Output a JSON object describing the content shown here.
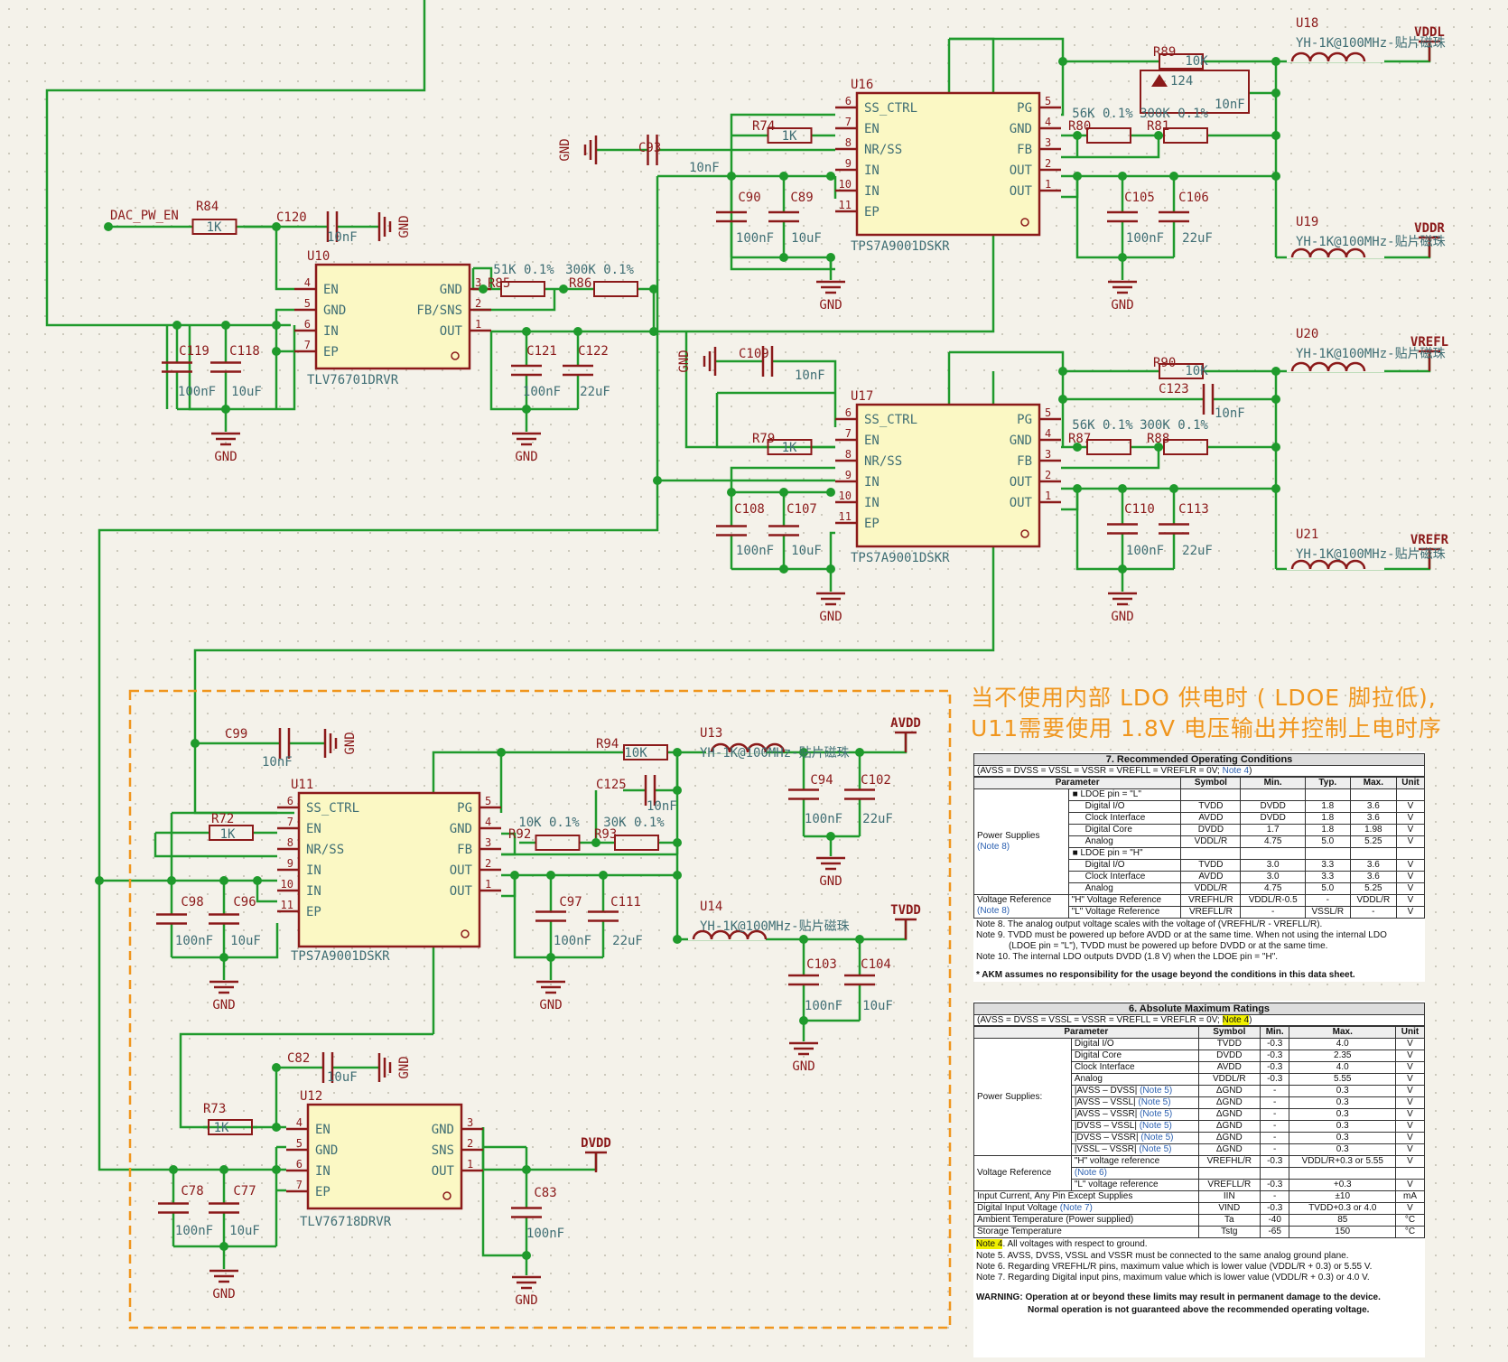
{
  "schematic": {
    "dac_net": "DAC_PW_EN",
    "gnd": "GND",
    "parts": {
      "u10": {
        "ref": "U10",
        "part": "TLV76701DRVR",
        "left_pins": [
          [
            "4",
            "EN"
          ],
          [
            "5",
            "GND"
          ],
          [
            "6",
            "IN"
          ],
          [
            "7",
            "EP"
          ]
        ],
        "right_pins": [
          [
            "3",
            "GND"
          ],
          [
            "2",
            "FB/SNS"
          ],
          [
            "1",
            "OUT"
          ]
        ]
      },
      "u16": {
        "ref": "U16",
        "part": "TPS7A9001DSKR",
        "left_pins": [
          [
            "6",
            "SS_CTRL"
          ],
          [
            "7",
            "EN"
          ],
          [
            "8",
            "NR/SS"
          ],
          [
            "9",
            "IN"
          ],
          [
            "10",
            "IN"
          ],
          [
            "11",
            "EP"
          ]
        ],
        "right_pins": [
          [
            "5",
            "PG"
          ],
          [
            "4",
            "GND"
          ],
          [
            "3",
            "FB"
          ],
          [
            "2",
            "OUT"
          ],
          [
            "1",
            "OUT"
          ]
        ]
      },
      "u17": {
        "ref": "U17",
        "part": "TPS7A9001DSKR",
        "left_pins": [
          [
            "6",
            "SS_CTRL"
          ],
          [
            "7",
            "EN"
          ],
          [
            "8",
            "NR/SS"
          ],
          [
            "9",
            "IN"
          ],
          [
            "10",
            "IN"
          ],
          [
            "11",
            "EP"
          ]
        ],
        "right_pins": [
          [
            "5",
            "PG"
          ],
          [
            "4",
            "GND"
          ],
          [
            "3",
            "FB"
          ],
          [
            "2",
            "OUT"
          ],
          [
            "1",
            "OUT"
          ]
        ]
      },
      "u11": {
        "ref": "U11",
        "part": "TPS7A9001DSKR",
        "left_pins": [
          [
            "6",
            "SS_CTRL"
          ],
          [
            "7",
            "EN"
          ],
          [
            "8",
            "NR/SS"
          ],
          [
            "9",
            "IN"
          ],
          [
            "10",
            "IN"
          ],
          [
            "11",
            "EP"
          ]
        ],
        "right_pins": [
          [
            "5",
            "PG"
          ],
          [
            "4",
            "GND"
          ],
          [
            "3",
            "FB"
          ],
          [
            "2",
            "OUT"
          ],
          [
            "1",
            "OUT"
          ]
        ]
      },
      "u12": {
        "ref": "U12",
        "part": "TLV76718DRVR",
        "left_pins": [
          [
            "4",
            "EN"
          ],
          [
            "5",
            "GND"
          ],
          [
            "6",
            "IN"
          ],
          [
            "7",
            "EP"
          ]
        ],
        "right_pins": [
          [
            "3",
            "GND"
          ],
          [
            "2",
            "SNS"
          ],
          [
            "1",
            "OUT"
          ]
        ]
      }
    },
    "resistors": [
      {
        "ref": "R84",
        "val": "1K"
      },
      {
        "ref": "R85",
        "val": "51K 0.1%"
      },
      {
        "ref": "R86",
        "val": "300K 0.1%"
      },
      {
        "ref": "R74",
        "val": "1K"
      },
      {
        "ref": "R89",
        "val": "10K"
      },
      {
        "ref": "R80",
        "val": "56K 0.1%"
      },
      {
        "ref": "R81",
        "val": "300K 0.1%"
      },
      {
        "ref": "R79",
        "val": "1K"
      },
      {
        "ref": "R90",
        "val": "10K"
      },
      {
        "ref": "R87",
        "val": "56K 0.1%"
      },
      {
        "ref": "R88",
        "val": "300K 0.1%"
      },
      {
        "ref": "R72",
        "val": "1K"
      },
      {
        "ref": "R94",
        "val": "10K"
      },
      {
        "ref": "R92",
        "val": "10K 0.1%"
      },
      {
        "ref": "R93",
        "val": "30K 0.1%"
      },
      {
        "ref": "R73",
        "val": "1K"
      }
    ],
    "capacitors": [
      {
        "ref": "C120",
        "val": "10nF"
      },
      {
        "ref": "C119",
        "val": "100nF"
      },
      {
        "ref": "C118",
        "val": "10uF"
      },
      {
        "ref": "C121",
        "val": "100nF"
      },
      {
        "ref": "C122",
        "val": "22uF"
      },
      {
        "ref": "C93",
        "val": "10nF"
      },
      {
        "ref": "C90",
        "val": "100nF"
      },
      {
        "ref": "C89",
        "val": "10uF"
      },
      {
        "ref": "C105",
        "val": "100nF"
      },
      {
        "ref": "C106",
        "val": "22uF"
      },
      {
        "ref": "C124",
        "val": "10nF"
      },
      {
        "ref": "C109",
        "val": "10nF"
      },
      {
        "ref": "C123",
        "val": "10nF"
      },
      {
        "ref": "C108",
        "val": "100nF"
      },
      {
        "ref": "C107",
        "val": "10uF"
      },
      {
        "ref": "C110",
        "val": "100nF"
      },
      {
        "ref": "C113",
        "val": "22uF"
      },
      {
        "ref": "C99",
        "val": "10nF"
      },
      {
        "ref": "C125",
        "val": "10nF"
      },
      {
        "ref": "C94",
        "val": "100nF"
      },
      {
        "ref": "C102",
        "val": "22uF"
      },
      {
        "ref": "C98",
        "val": "100nF"
      },
      {
        "ref": "C96",
        "val": "10uF"
      },
      {
        "ref": "C97",
        "val": "100nF"
      },
      {
        "ref": "C111",
        "val": "22uF"
      },
      {
        "ref": "C103",
        "val": "100nF"
      },
      {
        "ref": "C104",
        "val": "10uF"
      },
      {
        "ref": "C82",
        "val": "10uF"
      },
      {
        "ref": "C78",
        "val": "100nF"
      },
      {
        "ref": "C77",
        "val": "10uF"
      },
      {
        "ref": "C83",
        "val": "100nF"
      }
    ],
    "beads": [
      {
        "ref": "U18",
        "val": "YH-1K@100MHz-贴片磁珠",
        "net": "VDDL"
      },
      {
        "ref": "U19",
        "val": "YH-1K@100MHz-贴片磁珠",
        "net": "VDDR"
      },
      {
        "ref": "U20",
        "val": "YH-1K@100MHz-贴片磁珠",
        "net": "VREFL"
      },
      {
        "ref": "U21",
        "val": "YH-1K@100MHz-贴片磁珠",
        "net": "VREFR"
      },
      {
        "ref": "U13",
        "val": "YH-1K@100MHz-贴片磁珠",
        "net": "AVDD"
      },
      {
        "ref": "U14",
        "val": "YH-1K@100MHz-贴片磁珠",
        "net": "TVDD"
      }
    ],
    "dvdd_net": "DVDD"
  },
  "annotation": {
    "line1": "当不使用内部 LDO 供电时 ( LDOE 脚拉低),",
    "line2": "U11需要使用 1.8V 电压输出并控制上电时序"
  },
  "datasheet": {
    "recommended": {
      "title": "7. Recommended Operating Conditions",
      "condition": "(AVSS = DVSS = VSSL = VSSR = VREFLL = VREFLR = 0V; ",
      "condition_note": "Note 4",
      "condition_end": ")",
      "headers": [
        "Parameter",
        "Symbol",
        "Min.",
        "Typ.",
        "Max.",
        "Unit"
      ],
      "group1": "Power Supplies",
      "group1_note": "(Note 8)",
      "group2": "Voltage Reference",
      "group2_note": "(Note 8)",
      "rows": [
        [
          "■ LDOE pin = \"L\"",
          "",
          "",
          "",
          "",
          ""
        ],
        [
          "Digital I/O",
          "TVDD",
          "DVDD",
          "1.8",
          "3.6",
          "V"
        ],
        [
          "Clock Interface",
          "AVDD",
          "DVDD",
          "1.8",
          "3.6",
          "V"
        ],
        [
          "Digital Core",
          "DVDD",
          "1.7",
          "1.8",
          "1.98",
          "V"
        ],
        [
          "Analog",
          "VDDL/R",
          "4.75",
          "5.0",
          "5.25",
          "V"
        ],
        [
          "■ LDOE pin = \"H\"",
          "",
          "",
          "",
          "",
          ""
        ],
        [
          "Digital I/O",
          "TVDD",
          "3.0",
          "3.3",
          "3.6",
          "V"
        ],
        [
          "Clock Interface",
          "AVDD",
          "3.0",
          "3.3",
          "3.6",
          "V"
        ],
        [
          "Analog",
          "VDDL/R",
          "4.75",
          "5.0",
          "5.25",
          "V"
        ]
      ],
      "vref_rows": [
        [
          "\"H\" Voltage Reference",
          "VREFHL/R",
          "VDDL/R-0.5",
          "-",
          "VDDL/R",
          "V"
        ],
        [
          "\"L\" Voltage Reference",
          "VREFLL/R",
          "-",
          "VSSL/R",
          "-",
          "V"
        ]
      ],
      "notes": [
        "Note 8. The analog output voltage scales with the voltage of (VREFHL/R - VREFLL/R).",
        "Note 9. TVDD must be powered up before AVDD or at the same time. When not using the internal LDO",
        "(LDOE pin = \"L\"), TVDD must be powered up before DVDD or at the same time.",
        "Note 10.  The internal LDO outputs DVDD (1.8 V) when the LDOE pin = \"H\"."
      ],
      "akm": "* AKM assumes no responsibility for the usage beyond the conditions in this data sheet."
    },
    "absolute": {
      "title": "6. Absolute Maximum Ratings",
      "condition": "(AVSS = DVSS = VSSL = VSSR = VREFLL = VREFLR = 0V; ",
      "condition_note": "Note 4",
      "condition_end": ")",
      "headers": [
        "Parameter",
        "",
        "Symbol",
        "Min.",
        "Max.",
        "Unit"
      ],
      "power_group": "Power Supplies:",
      "power_rows": [
        [
          "Digital I/O",
          "TVDD",
          "-0.3",
          "4.0",
          "V"
        ],
        [
          "Digital Core",
          "DVDD",
          "-0.3",
          "2.35",
          "V"
        ],
        [
          "Clock Interface",
          "AVDD",
          "-0.3",
          "4.0",
          "V"
        ],
        [
          "Analog",
          "VDDL/R",
          "-0.3",
          "5.55",
          "V"
        ],
        [
          "|AVSS – DVSS| (Note 5)",
          "ΔGND",
          "-",
          "0.3",
          "V"
        ],
        [
          "|AVSS – VSSL| (Note 5)",
          "ΔGND",
          "-",
          "0.3",
          "V"
        ],
        [
          "|AVSS – VSSR| (Note 5)",
          "ΔGND",
          "-",
          "0.3",
          "V"
        ],
        [
          "|DVSS – VSSL| (Note 5)",
          "ΔGND",
          "-",
          "0.3",
          "V"
        ],
        [
          "|DVSS – VSSR| (Note 5)",
          "ΔGND",
          "-",
          "0.3",
          "V"
        ],
        [
          "|VSSL – VSSR| (Note 5)",
          "ΔGND",
          "-",
          "0.3",
          "V"
        ]
      ],
      "vref_group": "Voltage Reference",
      "vref_rows": [
        [
          "\"H\" voltage reference",
          "VREFHL/R",
          "-0.3",
          "VDDL/R+0.3 or 5.55",
          "V"
        ],
        [
          "(Note 6)",
          "",
          "",
          "",
          ""
        ],
        [
          "\"L\" voltage reference",
          "VREFLL/R",
          "-0.3",
          "+0.3",
          "V"
        ]
      ],
      "other_rows": [
        [
          "Input Current, Any Pin Except Supplies",
          "IIN",
          "-",
          "±10",
          "mA"
        ],
        [
          "Digital Input Voltage (Note 7)",
          "VIND",
          "-0.3",
          "TVDD+0.3 or 4.0",
          "V"
        ],
        [
          "Ambient Temperature (Power supplied)",
          "Ta",
          "-40",
          "85",
          "°C"
        ],
        [
          "Storage Temperature",
          "Tstg",
          "-65",
          "150",
          "°C"
        ]
      ],
      "note4_label": "Note 4",
      "note4_text": ". All voltages with respect to ground.",
      "notes": [
        "Note 5. AVSS, DVSS, VSSL and VSSR must be connected to the same analog ground plane.",
        "Note 6. Regarding VREFHL/R pins, maximum value which is lower value (VDDL/R + 0.3) or 5.55 V.",
        "Note 7. Regarding Digital input pins, maximum value which is lower value (VDDL/R + 0.3) or 4.0 V."
      ],
      "warning1": "WARNING: Operation at or beyond these limits may result in permanent damage to the device.",
      "warning2": "Normal operation is not guaranteed above the recommended operating voltage."
    }
  },
  "colors": {
    "wire": "#1f9a2c",
    "part_body": "#fbf8c4",
    "part_border": "#8b1a1a",
    "note": "#f0961e",
    "dash": "#f0961e"
  }
}
